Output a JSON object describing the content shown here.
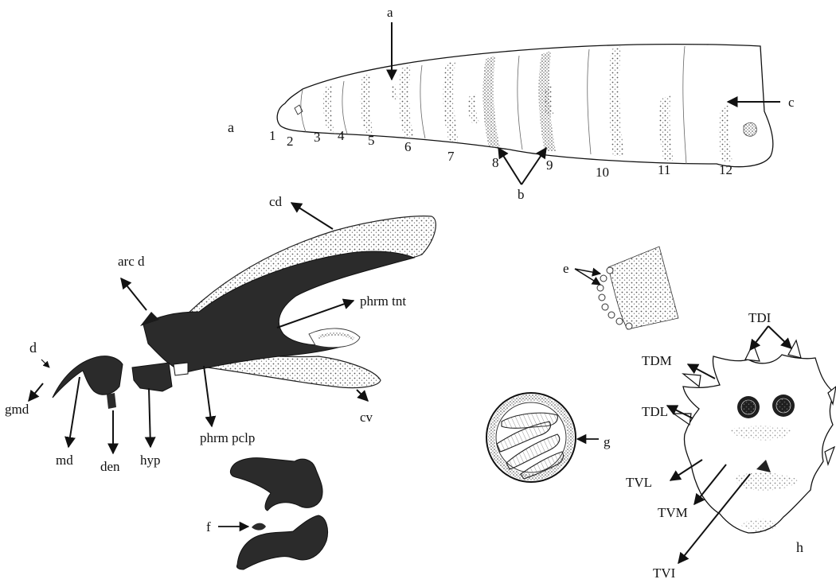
{
  "figure": {
    "larva": {
      "panel_label": "a",
      "segment_numbers": [
        "1",
        "2",
        "3",
        "4",
        "5",
        "6",
        "7",
        "8",
        "9",
        "10",
        "11",
        "12"
      ],
      "pointer_labels": {
        "top": "a",
        "right": "c",
        "bottom": "b"
      }
    },
    "cephalopharyngeal_skeleton": {
      "panel_label": "d",
      "parts": {
        "cd": "cd",
        "arc_d": "arc d",
        "phrm_tnt": "phrm tnt",
        "gmd": "gmd",
        "md": "md",
        "den": "den",
        "hyp": "hyp",
        "phrm_pclp": "phrm pclp",
        "cv": "cv"
      }
    },
    "spiracle_panel": {
      "label": "e"
    },
    "mouthhook_panel": {
      "label": "f"
    },
    "posterior_spiracle_panel": {
      "label": "g"
    },
    "caudal_segment": {
      "panel_label": "h",
      "tubercles": {
        "tdi": "TDI",
        "tdm": "TDM",
        "tdl": "TDL",
        "tvl": "TVL",
        "tvm": "TVM",
        "tvi": "TVI"
      }
    },
    "colors": {
      "ink": "#111111",
      "dark_fill": "#2b2b2b",
      "stipple": "#6a6a6a",
      "background": "#ffffff"
    }
  }
}
